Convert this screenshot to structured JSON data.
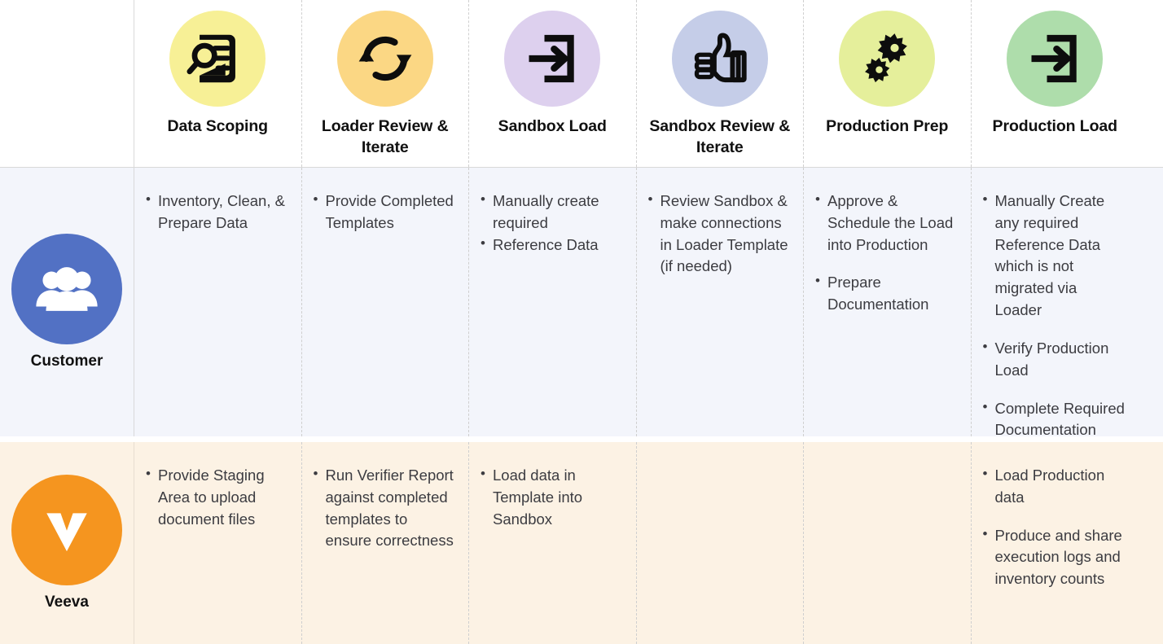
{
  "columns": [
    {
      "id": "data-scoping",
      "label": "Data Scoping",
      "icon": "document-search-icon",
      "circle_color": "#f7f096"
    },
    {
      "id": "loader-review-iterate",
      "label": "Loader Review & Iterate",
      "icon": "refresh-cycle-icon",
      "circle_color": "#fbd784"
    },
    {
      "id": "sandbox-load",
      "label": "Sandbox Load",
      "icon": "login-arrow-icon",
      "circle_color": "#ddd0ee"
    },
    {
      "id": "sandbox-review-iterate",
      "label": "Sandbox Review & Iterate",
      "icon": "thumbs-up-icon",
      "circle_color": "#c5cde8"
    },
    {
      "id": "production-prep",
      "label": "Production Prep",
      "icon": "gears-icon",
      "circle_color": "#e5ef9b"
    },
    {
      "id": "production-load",
      "label": "Production Load",
      "icon": "login-arrow-icon",
      "circle_color": "#aeddab"
    }
  ],
  "rows": [
    {
      "id": "customer",
      "label": "Customer",
      "icon": "users-group-icon",
      "icon_color": "#5271c4",
      "background": "#f3f5fb",
      "cells": [
        [
          "Inventory, Clean, & Prepare Data"
        ],
        [
          "Provide Completed Templates"
        ],
        [
          "Manually create required",
          "Reference Data"
        ],
        [
          "Review Sandbox & make connections in Loader Template (if needed)"
        ],
        [
          "Approve & Schedule the Load into Production",
          "Prepare Documentation"
        ],
        [
          "Manually Create any required Reference Data which is not migrated via Loader",
          "Verify Production Load",
          "Complete Required Documentation"
        ]
      ]
    },
    {
      "id": "veeva",
      "label": "Veeva",
      "icon": "veeva-logo-icon",
      "icon_color": "#f5951f",
      "background": "#fcf2e4",
      "cells": [
        [
          "Provide Staging Area to upload document files"
        ],
        [
          "Run Verifier Report against completed templates to ensure correctness"
        ],
        [
          "Load data in Template into Sandbox"
        ],
        [],
        [],
        [
          "Load Production data",
          "Produce and share execution logs and inventory counts"
        ]
      ]
    }
  ]
}
